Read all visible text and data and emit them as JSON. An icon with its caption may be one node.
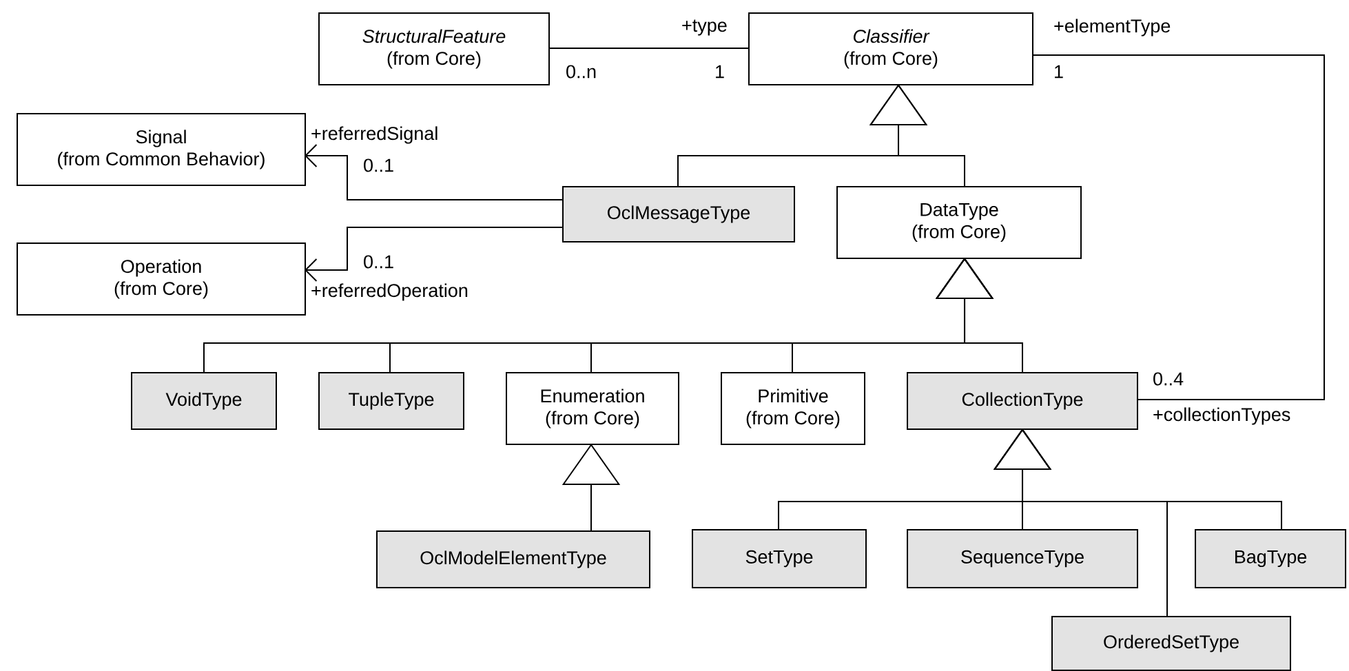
{
  "diagram": {
    "nodes": [
      {
        "text": [
          "StructuralFeature",
          "(from Core)"
        ]
      },
      {
        "text": [
          "Classifier",
          "(from Core)"
        ]
      },
      {
        "text": [
          "Signal",
          "(from Common Behavior)"
        ]
      },
      {
        "text": [
          "OclMessageType"
        ]
      },
      {
        "text": [
          "DataType",
          "(from Core)"
        ]
      },
      {
        "text": [
          "Operation",
          "(from Core)"
        ]
      },
      {
        "text": [
          "VoidType"
        ]
      },
      {
        "text": [
          "TupleType"
        ]
      },
      {
        "text": [
          "Enumeration",
          "(from Core)"
        ]
      },
      {
        "text": [
          "Primitive",
          "(from Core)"
        ]
      },
      {
        "text": [
          "CollectionType"
        ]
      },
      {
        "text": [
          "OclModelElementType"
        ]
      },
      {
        "text": [
          "SetType"
        ]
      },
      {
        "text": [
          "SequenceType"
        ]
      },
      {
        "text": [
          "BagType"
        ]
      },
      {
        "text": [
          "OrderedSetType"
        ]
      }
    ],
    "edges": [
      {
        "from": 0,
        "to": 1,
        "arrow": "none"
      },
      {
        "from": 3,
        "to": 1,
        "arrow": "to"
      },
      {
        "from": 4,
        "to": 1,
        "arrow": "to"
      },
      {
        "from": 3,
        "to": 2,
        "arrow": "to"
      },
      {
        "from": 3,
        "to": 5,
        "arrow": "to"
      },
      {
        "from": 6,
        "to": 4,
        "arrow": "to"
      },
      {
        "from": 7,
        "to": 4,
        "arrow": "to"
      },
      {
        "from": 8,
        "to": 4,
        "arrow": "to"
      },
      {
        "from": 9,
        "to": 4,
        "arrow": "to"
      },
      {
        "from": 10,
        "to": 4,
        "arrow": "to"
      },
      {
        "from": 11,
        "to": 8,
        "arrow": "to"
      },
      {
        "from": 10,
        "to": 1,
        "arrow": "none"
      },
      {
        "from": 12,
        "to": 10,
        "arrow": "to"
      },
      {
        "from": 13,
        "to": 10,
        "arrow": "to"
      },
      {
        "from": 14,
        "to": 10,
        "arrow": "to"
      },
      {
        "from": 15,
        "to": 10,
        "arrow": "to"
      }
    ],
    "labels": [
      "+type",
      "0..n",
      "1",
      "+elementType",
      "1",
      "+referredSignal",
      "0..1",
      "0..1",
      "+referredOperation",
      "0..4",
      "+collectionTypes"
    ]
  }
}
